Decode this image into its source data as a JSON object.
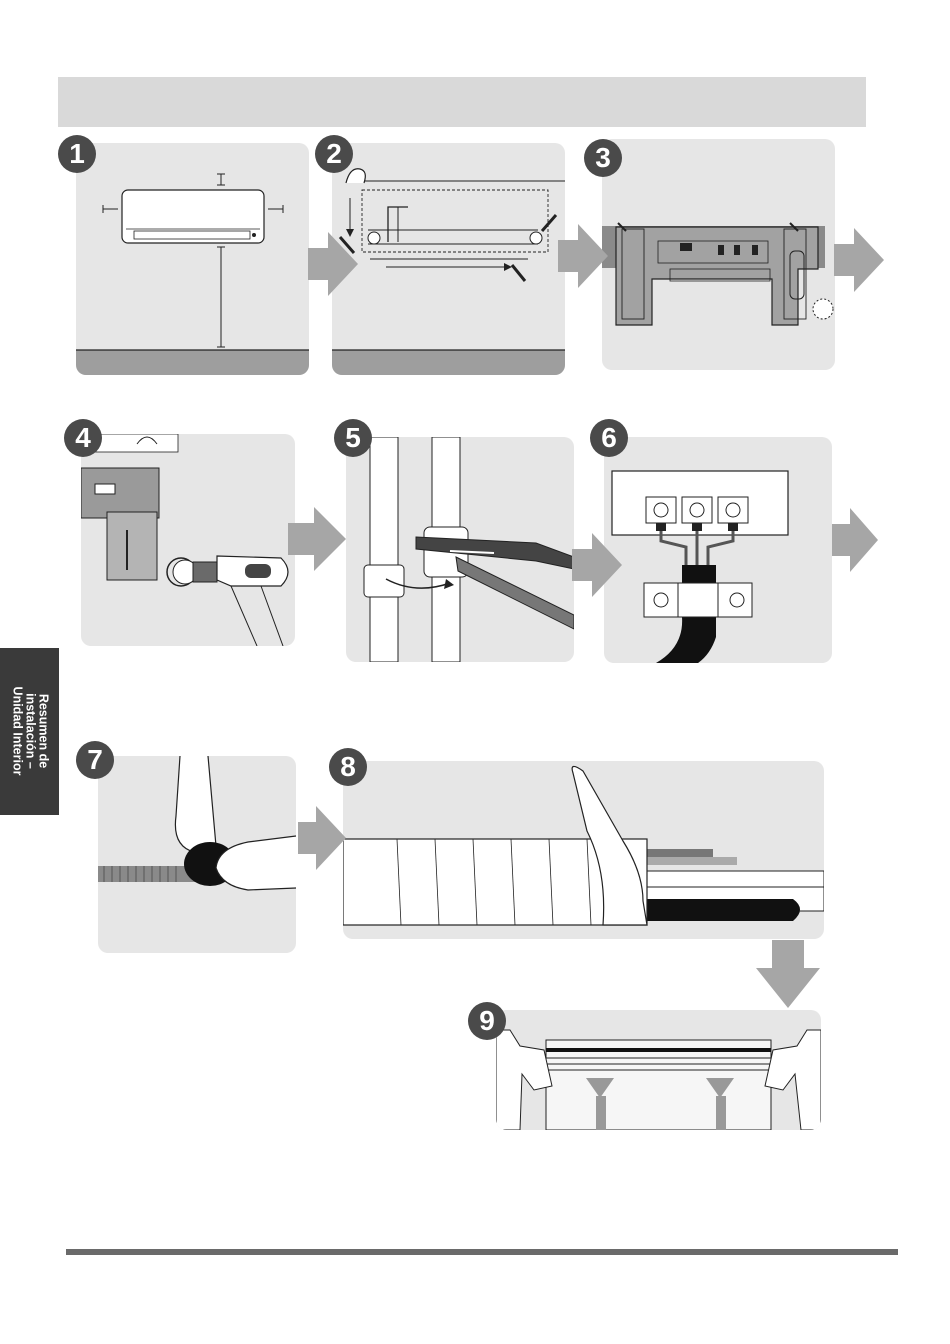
{
  "steps": [
    {
      "number": "1",
      "label": "measure-clearance"
    },
    {
      "number": "2",
      "label": "mark-mounting-plate"
    },
    {
      "number": "3",
      "label": "mounting-plate-screws"
    },
    {
      "number": "4",
      "label": "drill-wall-hole"
    },
    {
      "number": "5",
      "label": "connect-piping"
    },
    {
      "number": "6",
      "label": "connect-wiring"
    },
    {
      "number": "7",
      "label": "wrap-drain-hose"
    },
    {
      "number": "8",
      "label": "tape-piping-bundle"
    },
    {
      "number": "9",
      "label": "hang-indoor-unit"
    }
  ],
  "side_tab": {
    "text": "Resumen de\ninstalación –\nUnidad Interior"
  },
  "colors": {
    "panel": "#e6e6e6",
    "header_band": "#d9d9d9",
    "badge": "#4a4a4a",
    "arrow": "#a6a6a6",
    "side_tab": "#3a3a3a",
    "footer_rule": "#6a6a6a"
  }
}
